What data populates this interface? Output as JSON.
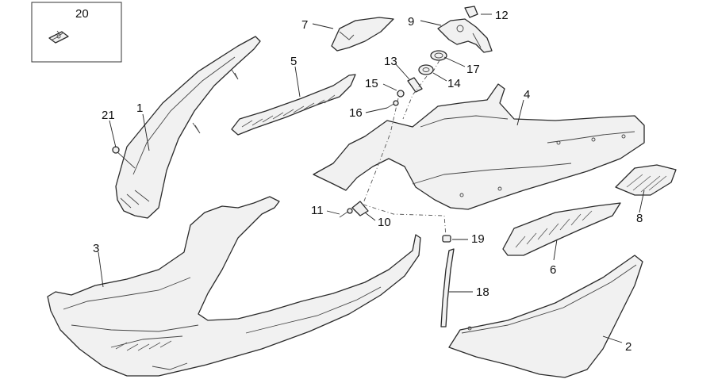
{
  "callouts": {
    "c1": "1",
    "c2": "2",
    "c3": "3",
    "c4": "4",
    "c5": "5",
    "c6": "6",
    "c7": "7",
    "c8": "8",
    "c9": "9",
    "c10": "10",
    "c11": "11",
    "c12": "12",
    "c13": "13",
    "c14": "14",
    "c15": "15",
    "c16": "16",
    "c17": "17",
    "c18": "18",
    "c19": "19",
    "c20": "20",
    "c21": "21"
  },
  "colors": {
    "line": "#2a2a2a",
    "fill": "#f1f1f1",
    "background": "#ffffff"
  }
}
